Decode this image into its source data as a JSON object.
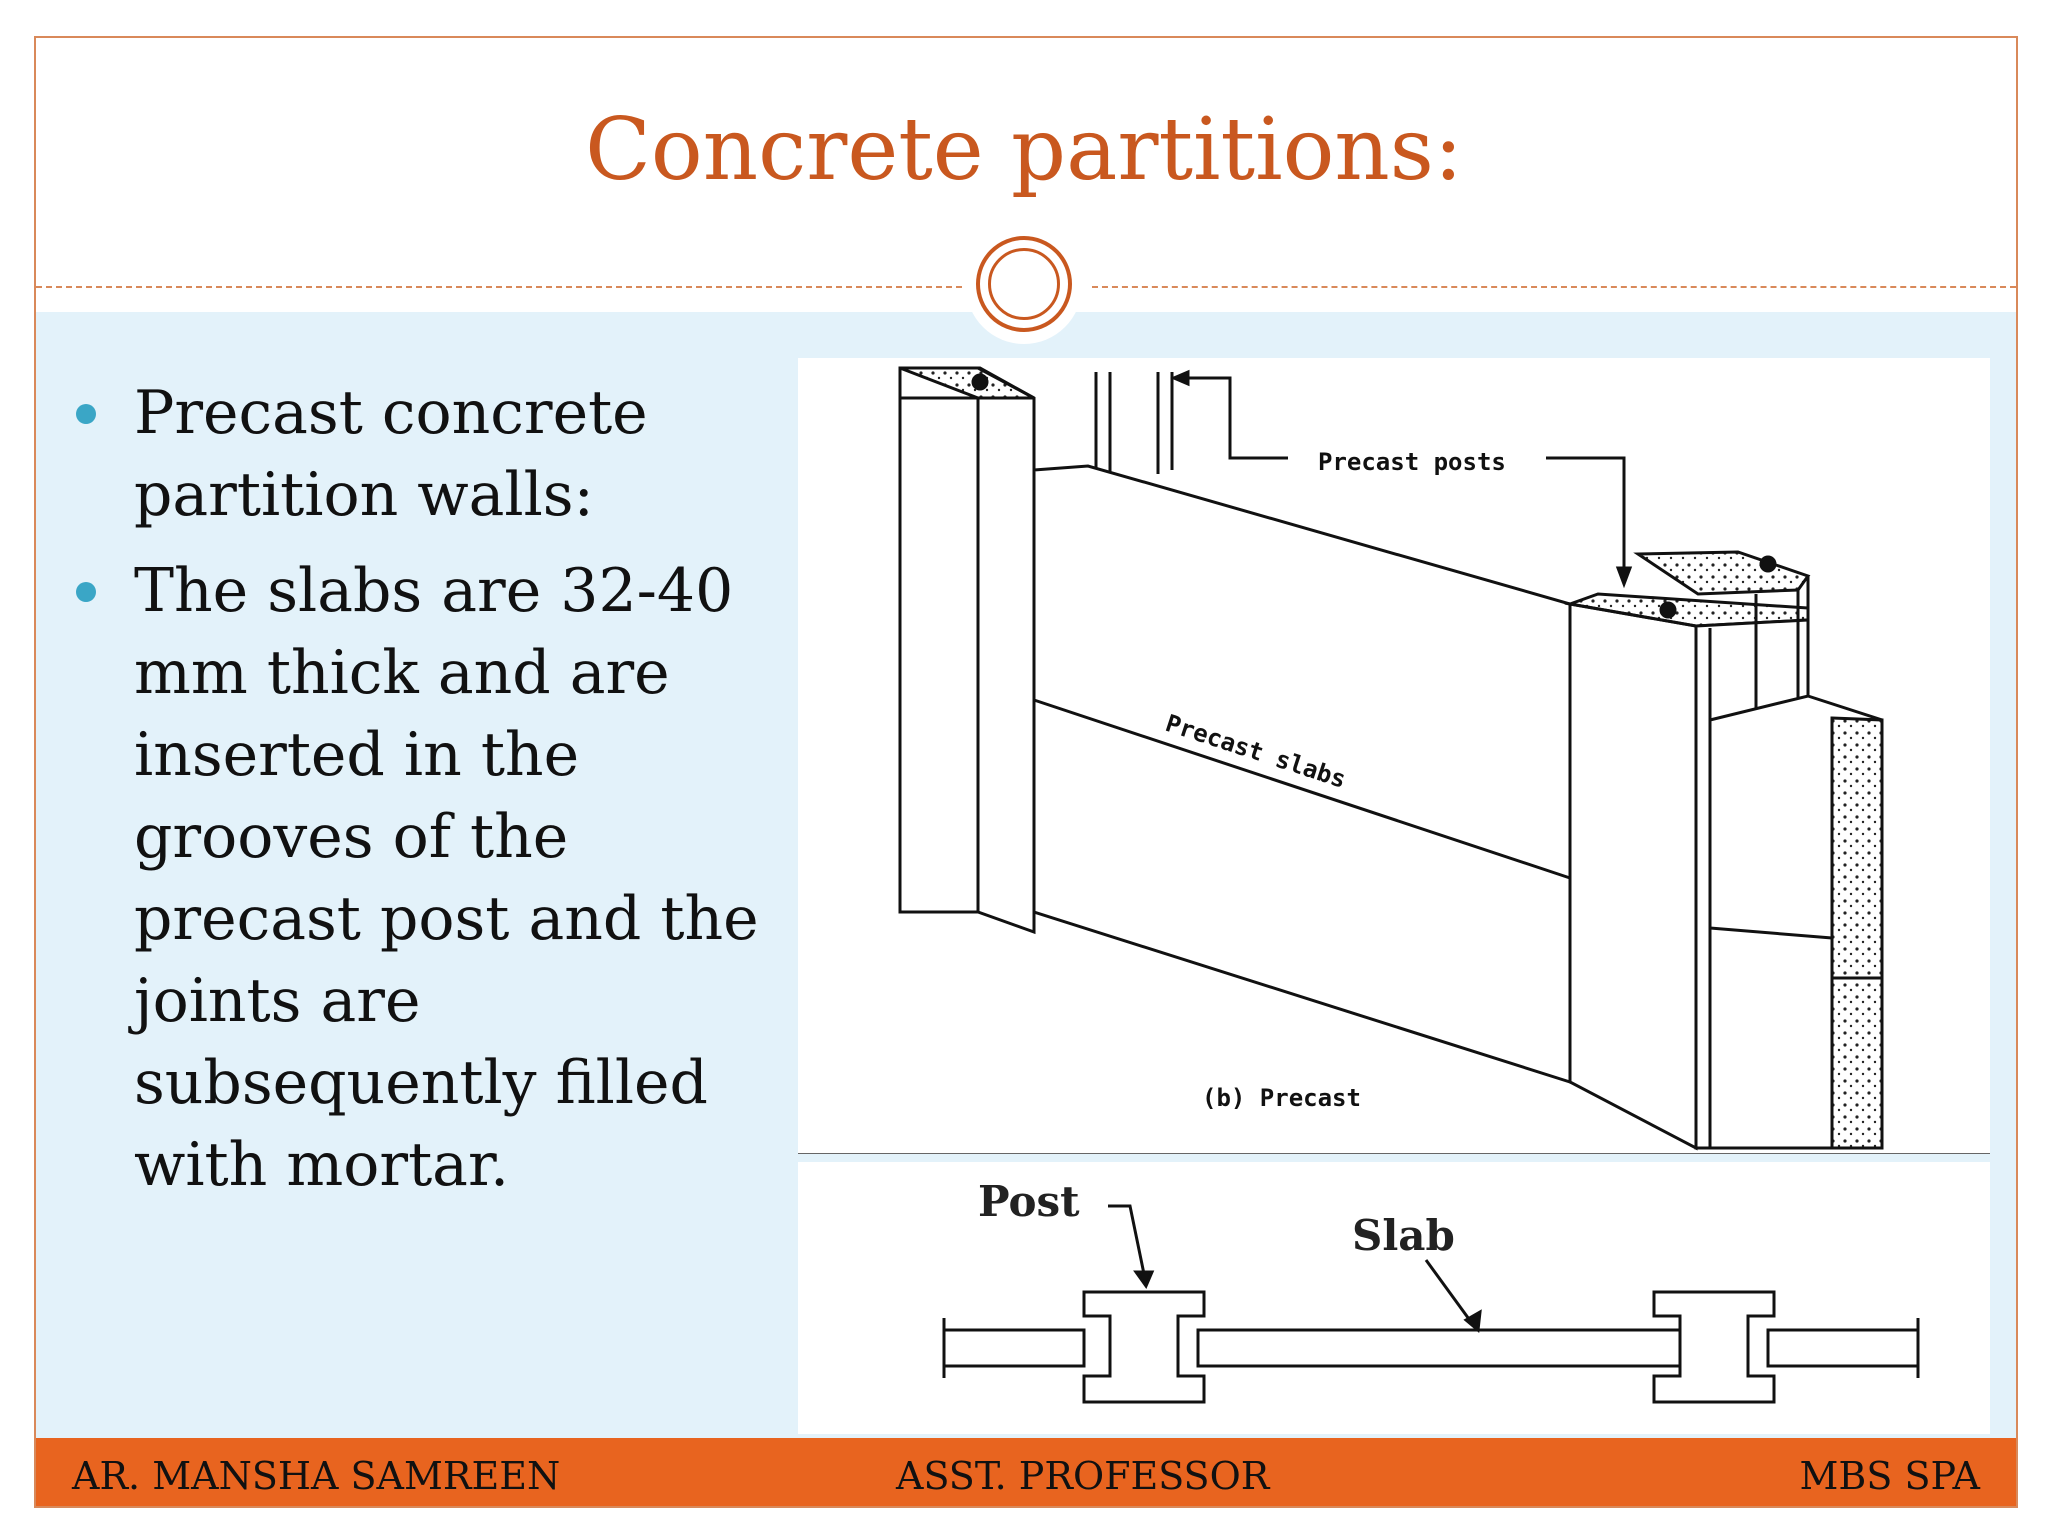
{
  "slide": {
    "title": "Concrete partitions:",
    "bullets": [
      "Precast concrete partition walls:",
      "The slabs are 32-40 mm thick and are inserted in the grooves of the precast post and the joints are subsequently filled with mortar."
    ]
  },
  "figure_top": {
    "label_posts": "Precast posts",
    "label_slabs": "Precast slabs",
    "caption": "(b) Precast"
  },
  "figure_bottom": {
    "label_post": "Post",
    "label_slab": "Slab"
  },
  "footer": {
    "left": "AR. MANSHA SAMREEN",
    "center": "ASST. PROFESSOR",
    "right": "MBS SPA"
  },
  "colors": {
    "title": "#c9581f",
    "footer_bar": "#e8641f",
    "panel": "#e3f2fa",
    "bullet": "#3aa6c6"
  }
}
